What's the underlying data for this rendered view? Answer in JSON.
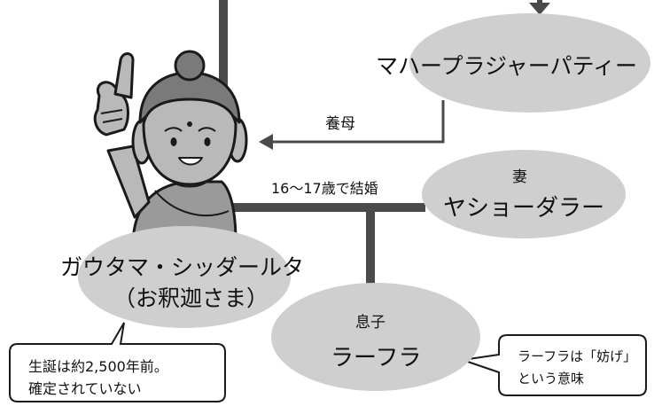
{
  "nodes": {
    "mahapajapati": {
      "name": "マハープラジャーパティー"
    },
    "gautama": {
      "name_line1": "ガウタマ・シッダールタ",
      "name_line2": "（お釈迦さま）"
    },
    "yasodhara": {
      "role": "妻",
      "name": "ヤショーダラー"
    },
    "rahula": {
      "role": "息子",
      "name": "ラーフラ"
    }
  },
  "edges": {
    "foster_mother": "養母",
    "marriage": "16〜17歳で結婚"
  },
  "notes": {
    "birth_line1": "生誕は約2,500年前。",
    "birth_line2": "確定されていない",
    "rahula_line1": "ラーフラは「妨げ」",
    "rahula_line2": "という意味"
  },
  "colors": {
    "line": "#4a4a4a",
    "oval_fill": "#cfcfcf",
    "skin": "#b9b9b9",
    "robe": "#9a9a9a",
    "outline": "#1a1a1a"
  }
}
